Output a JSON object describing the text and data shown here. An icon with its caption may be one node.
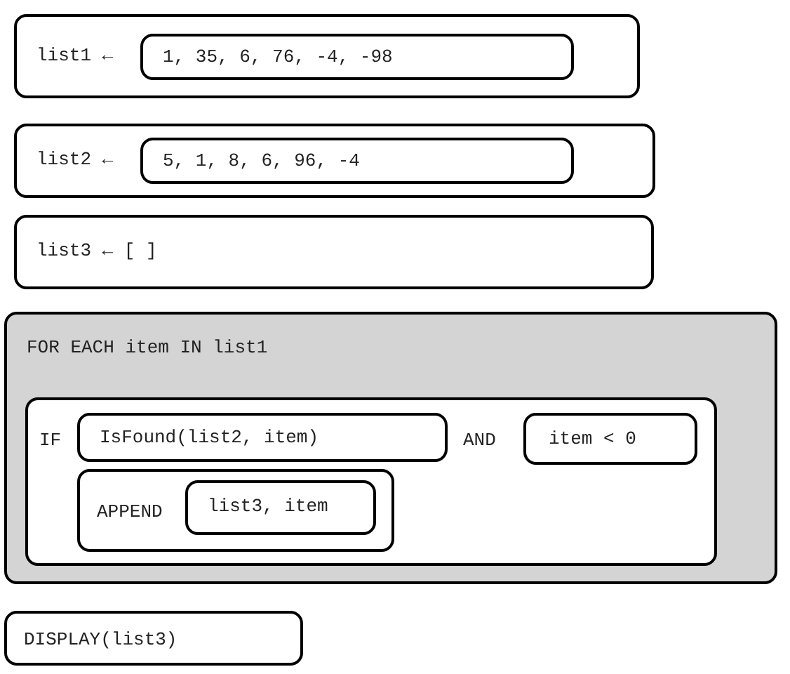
{
  "diagram": {
    "nodes": [
      {
        "text": [
          "list1 ←"
        ]
      },
      {
        "text": [
          "1, 35, 6, 76, -4, -98"
        ],
        "in": 0
      },
      {
        "text": [
          "list2 ←"
        ]
      },
      {
        "text": [
          "5, 1, 8, 6, 96, -4"
        ],
        "in": 2
      },
      {
        "text": [
          "list3 ← [ ]"
        ]
      },
      {
        "text": [
          "FOR EACH item IN list1"
        ]
      },
      {
        "text": [
          "IF",
          "AND"
        ],
        "in": 5
      },
      {
        "text": [
          "IsFound(list2, item)"
        ],
        "in": 6
      },
      {
        "text": [
          "item < 0"
        ],
        "in": 6
      },
      {
        "text": [
          "APPEND"
        ],
        "in": 6
      },
      {
        "text": [
          "list3, item"
        ],
        "in": 9
      },
      {
        "text": [
          "DISPLAY(list3)"
        ]
      }
    ]
  }
}
